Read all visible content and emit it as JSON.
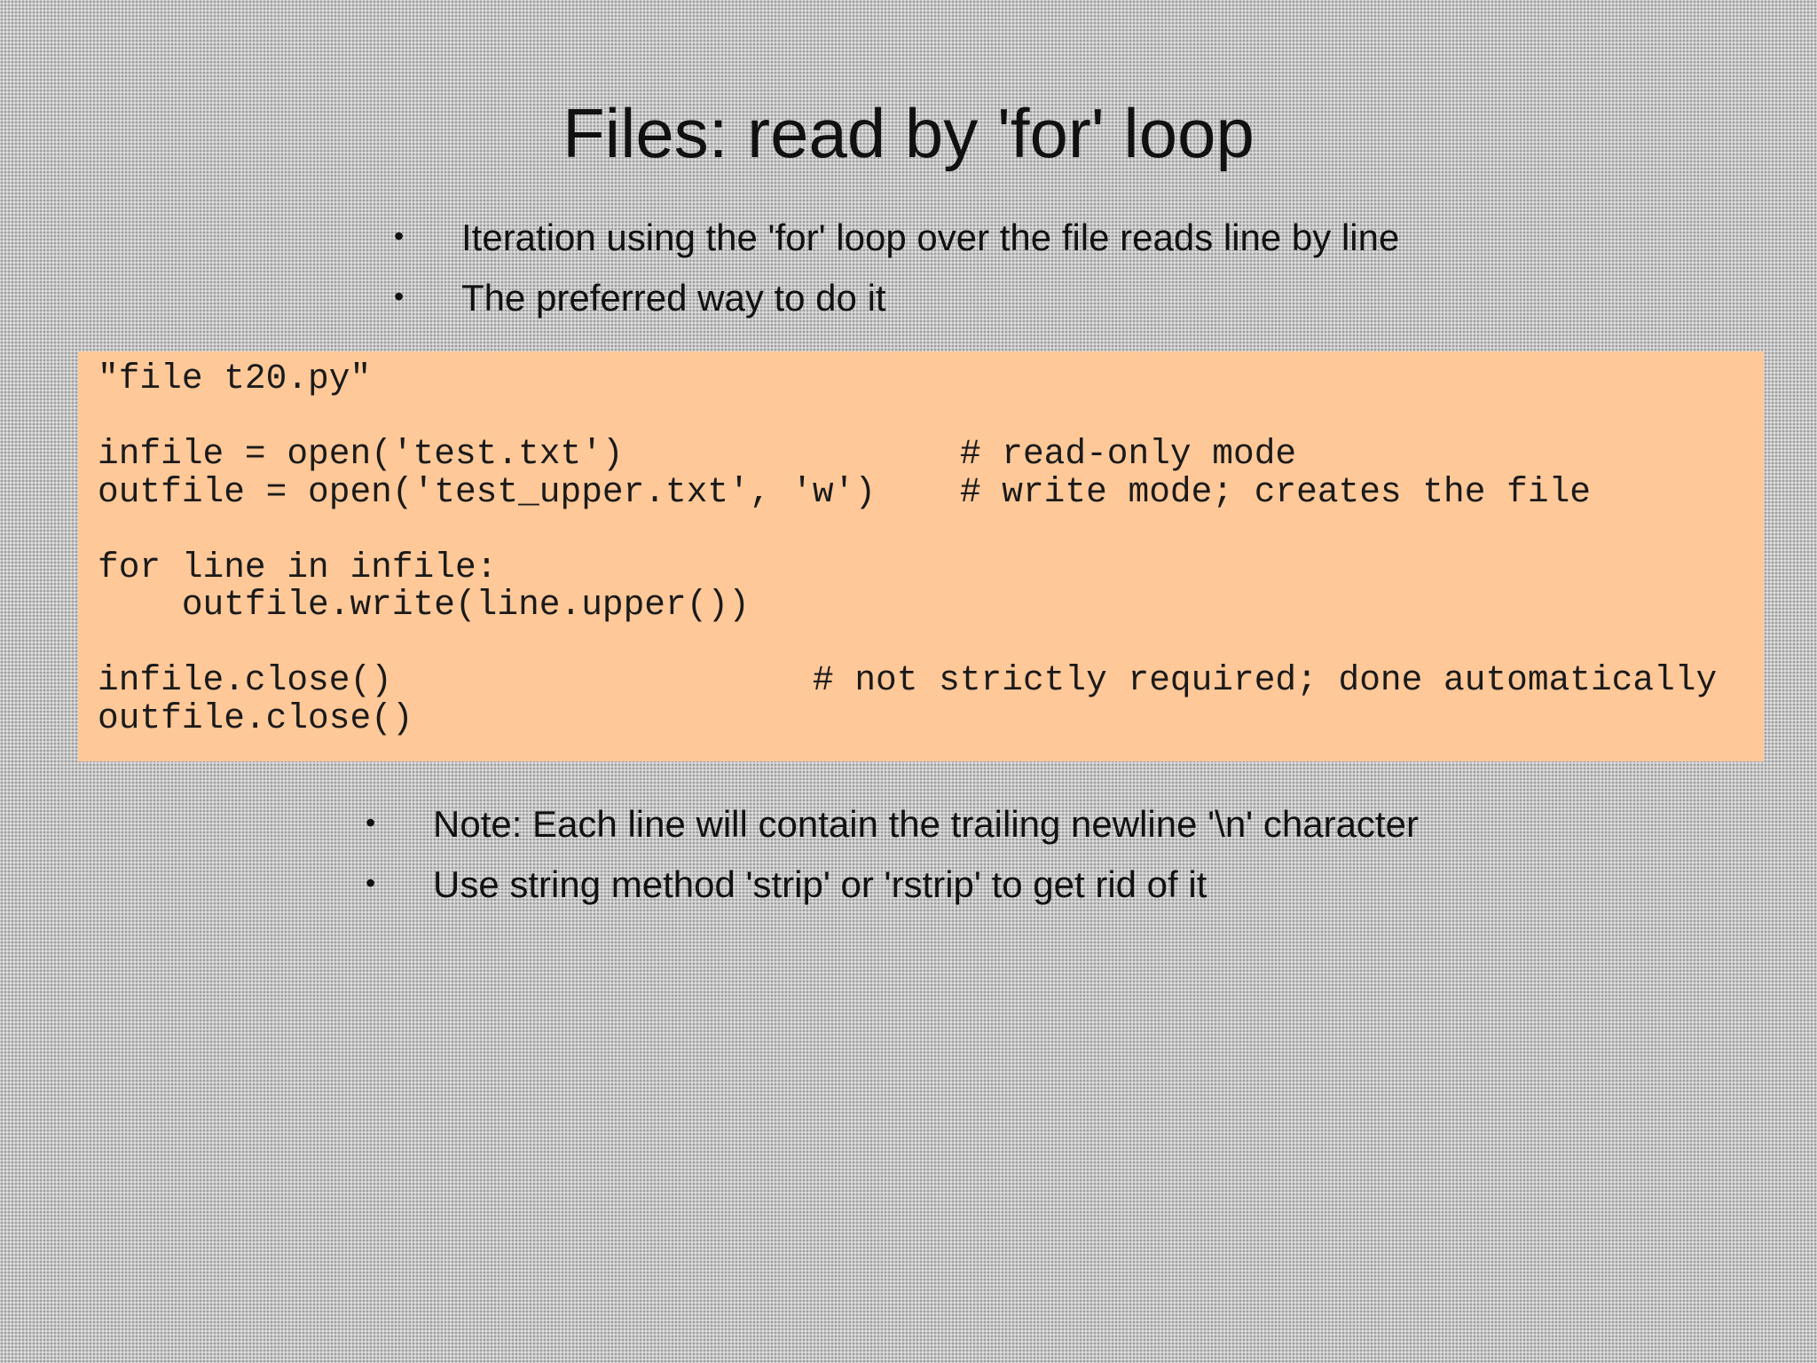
{
  "slide": {
    "title": "Files: read by 'for' loop",
    "bullets_top": [
      "Iteration using the 'for' loop over the file reads line by line",
      "The preferred way to do it"
    ],
    "code_lines": [
      "\"file t20.py\"",
      "",
      "infile = open('test.txt')                # read-only mode",
      "outfile = open('test_upper.txt', 'w')    # write mode; creates the file",
      "",
      "for line in infile:",
      "    outfile.write(line.upper())",
      "",
      "infile.close()                    # not strictly required; done automatically",
      "outfile.close()"
    ],
    "bullets_bottom": [
      "Note: Each line will contain the trailing newline '\\n' character",
      "Use string method 'strip' or 'rstrip' to get rid of it"
    ],
    "bullet_glyph": "•"
  }
}
